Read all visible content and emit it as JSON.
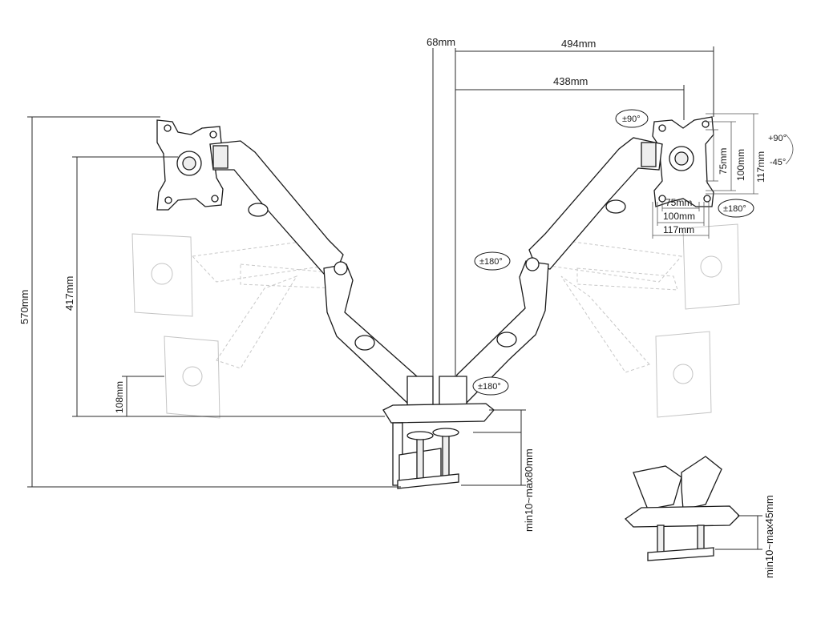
{
  "dimensions": {
    "d68": "68mm",
    "d494": "494mm",
    "d438": "438mm",
    "d570": "570mm",
    "d417": "417mm",
    "d108": "108mm",
    "d75v": "75mm",
    "d100v": "100mm",
    "d117v": "117mm",
    "d75h": "75mm",
    "d100h": "100mm",
    "d117h": "117mm",
    "clamp_main": "min10~max80mm",
    "clamp_detail": "min10~max45mm"
  },
  "rotations": {
    "tilt_up": "+90°",
    "tilt_down": "-45°",
    "rotate_vesa": "±90°",
    "swivel_vesa": "±180°",
    "swivel_arm": "±180°",
    "swivel_base": "±180°"
  },
  "colors": {
    "line": "#1a1a1a",
    "ghost": "#c4c4c4",
    "fill": "#eeeeee"
  }
}
